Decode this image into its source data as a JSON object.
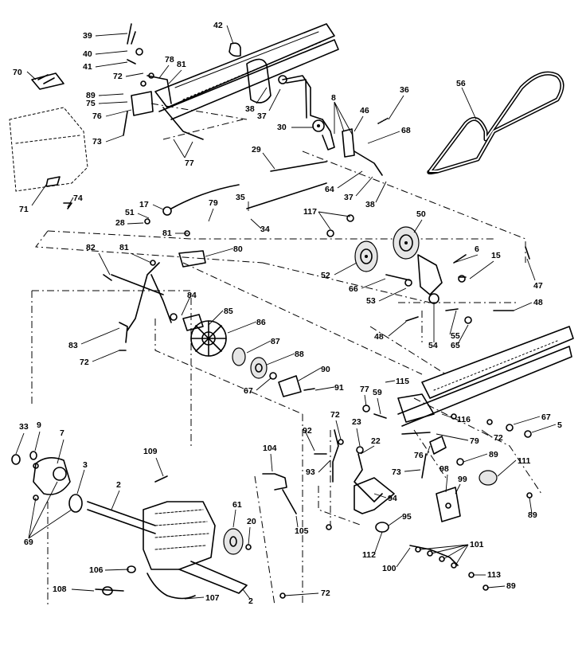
{
  "callouts": [
    {
      "id": "c39",
      "text": "39"
    },
    {
      "id": "c40",
      "text": "40"
    },
    {
      "id": "c41",
      "text": "41"
    },
    {
      "id": "c42",
      "text": "42"
    },
    {
      "id": "c70",
      "text": "70"
    },
    {
      "id": "c78",
      "text": "78"
    },
    {
      "id": "c81a",
      "text": "81"
    },
    {
      "id": "c72a",
      "text": "72"
    },
    {
      "id": "c89a",
      "text": "89"
    },
    {
      "id": "c75",
      "text": "75"
    },
    {
      "id": "c76",
      "text": "76"
    },
    {
      "id": "c73",
      "text": "73"
    },
    {
      "id": "c77",
      "text": "77"
    },
    {
      "id": "c38a",
      "text": "38"
    },
    {
      "id": "c37a",
      "text": "37"
    },
    {
      "id": "c30",
      "text": "30"
    },
    {
      "id": "c8",
      "text": "8"
    },
    {
      "id": "c46",
      "text": "46"
    },
    {
      "id": "c36",
      "text": "36"
    },
    {
      "id": "c68",
      "text": "68"
    },
    {
      "id": "c56",
      "text": "56"
    },
    {
      "id": "c29",
      "text": "29"
    },
    {
      "id": "c64",
      "text": "64"
    },
    {
      "id": "c37b",
      "text": "37"
    },
    {
      "id": "c38b",
      "text": "38"
    },
    {
      "id": "c71",
      "text": "71"
    },
    {
      "id": "c74",
      "text": "74"
    },
    {
      "id": "c17",
      "text": "17"
    },
    {
      "id": "c51",
      "text": "51"
    },
    {
      "id": "c28",
      "text": "28"
    },
    {
      "id": "c79a",
      "text": "79"
    },
    {
      "id": "c35",
      "text": "35"
    },
    {
      "id": "c34",
      "text": "34"
    },
    {
      "id": "c117",
      "text": "117"
    },
    {
      "id": "c50",
      "text": "50"
    },
    {
      "id": "c81b",
      "text": "81"
    },
    {
      "id": "c80",
      "text": "80"
    },
    {
      "id": "c82",
      "text": "82"
    },
    {
      "id": "c81c",
      "text": "81"
    },
    {
      "id": "c6",
      "text": "6"
    },
    {
      "id": "c15",
      "text": "15"
    },
    {
      "id": "c47",
      "text": "47"
    },
    {
      "id": "c52",
      "text": "52"
    },
    {
      "id": "c66",
      "text": "66"
    },
    {
      "id": "c53",
      "text": "53"
    },
    {
      "id": "c48a",
      "text": "48"
    },
    {
      "id": "c84",
      "text": "84"
    },
    {
      "id": "c85",
      "text": "85"
    },
    {
      "id": "c86",
      "text": "86"
    },
    {
      "id": "c48b",
      "text": "48"
    },
    {
      "id": "c55",
      "text": "55"
    },
    {
      "id": "c65",
      "text": "65"
    },
    {
      "id": "c54",
      "text": "54"
    },
    {
      "id": "c83",
      "text": "83"
    },
    {
      "id": "c87",
      "text": "87"
    },
    {
      "id": "c72b",
      "text": "72"
    },
    {
      "id": "c88",
      "text": "88"
    },
    {
      "id": "c90",
      "text": "90"
    },
    {
      "id": "c67b",
      "text": "67"
    },
    {
      "id": "c91",
      "text": "91"
    },
    {
      "id": "c115",
      "text": "115"
    },
    {
      "id": "c77b",
      "text": "77"
    },
    {
      "id": "c59",
      "text": "59"
    },
    {
      "id": "c116",
      "text": "116"
    },
    {
      "id": "c67",
      "text": "67"
    },
    {
      "id": "c5",
      "text": "5"
    },
    {
      "id": "c79b",
      "text": "79"
    },
    {
      "id": "c72c",
      "text": "72"
    },
    {
      "id": "c72d",
      "text": "72"
    },
    {
      "id": "c33",
      "text": "33"
    },
    {
      "id": "c9",
      "text": "9"
    },
    {
      "id": "c7",
      "text": "7"
    },
    {
      "id": "c92",
      "text": "92"
    },
    {
      "id": "c23",
      "text": "23"
    },
    {
      "id": "c104",
      "text": "104"
    },
    {
      "id": "c22",
      "text": "22"
    },
    {
      "id": "c76b",
      "text": "76"
    },
    {
      "id": "c89b",
      "text": "89"
    },
    {
      "id": "c111",
      "text": "111"
    },
    {
      "id": "c109",
      "text": "109"
    },
    {
      "id": "c3",
      "text": "3"
    },
    {
      "id": "c93",
      "text": "93"
    },
    {
      "id": "c73b",
      "text": "73"
    },
    {
      "id": "c98",
      "text": "98"
    },
    {
      "id": "c99",
      "text": "99"
    },
    {
      "id": "c2a",
      "text": "2"
    },
    {
      "id": "c94",
      "text": "94"
    },
    {
      "id": "c89c",
      "text": "89"
    },
    {
      "id": "c61",
      "text": "61"
    },
    {
      "id": "c105",
      "text": "105"
    },
    {
      "id": "c95",
      "text": "95"
    },
    {
      "id": "c20",
      "text": "20"
    },
    {
      "id": "c69",
      "text": "69"
    },
    {
      "id": "c112",
      "text": "112"
    },
    {
      "id": "c101",
      "text": "101"
    },
    {
      "id": "c100",
      "text": "100"
    },
    {
      "id": "c106",
      "text": "106"
    },
    {
      "id": "c113",
      "text": "113"
    },
    {
      "id": "c108",
      "text": "108"
    },
    {
      "id": "c107",
      "text": "107"
    },
    {
      "id": "c72e",
      "text": "72"
    },
    {
      "id": "c2b",
      "text": "2"
    },
    {
      "id": "c89d",
      "text": "89"
    }
  ]
}
